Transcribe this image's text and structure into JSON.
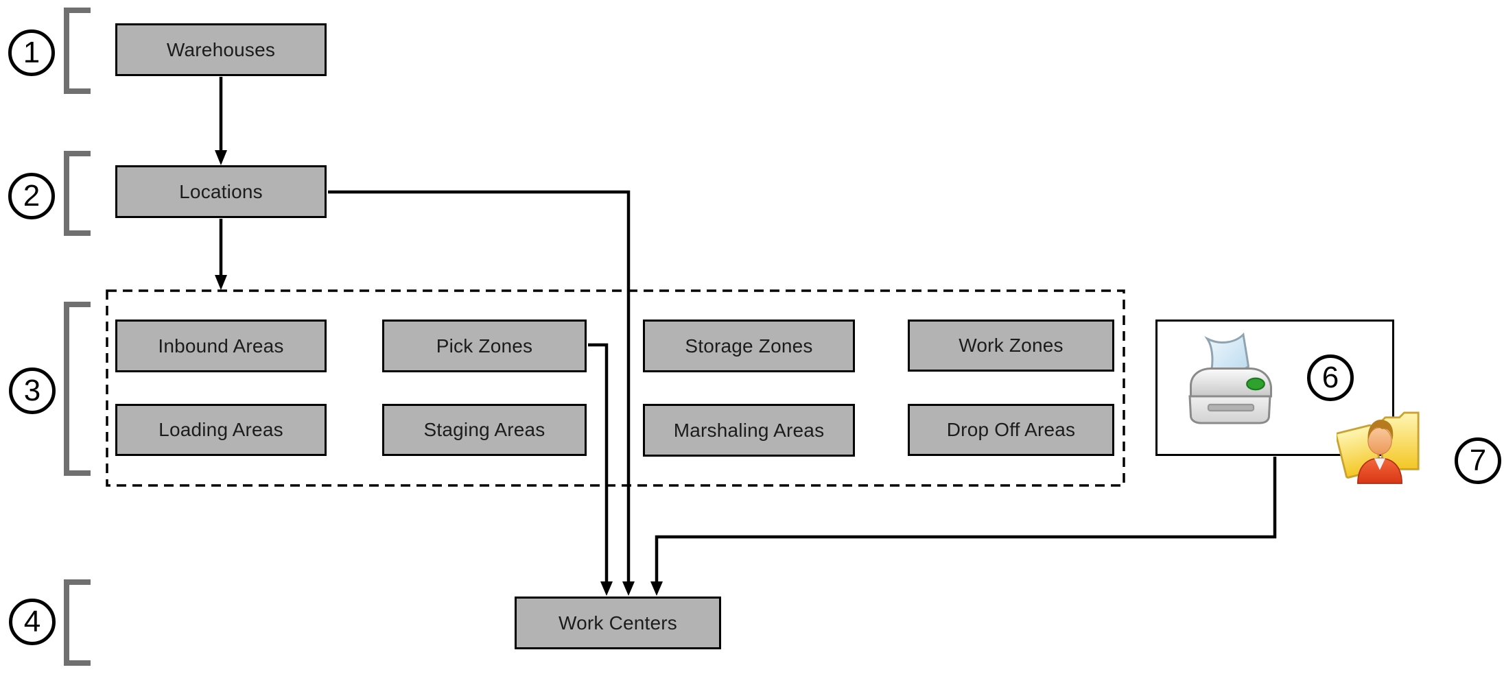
{
  "page": {
    "background": "#ffffff",
    "description": "Warehouse setup hierarchy diagram"
  },
  "colors": {
    "box_fill": "#b3b3b3",
    "box_border": "#000000",
    "box_text": "#1c1c1c",
    "connector": "#000000",
    "bracket": "#707070",
    "dashed_boundary": "#000000",
    "panel_background": "#ffffff",
    "badge_border": "#000000",
    "printer_led_green": "#2fa12f",
    "folder_yellow": "#f3c623",
    "person_shirt_red": "#e2431e",
    "person_skin": "#f0a468",
    "paper_blue": "#cfe4f2"
  },
  "badges": {
    "b1": "1",
    "b2": "2",
    "b3": "3",
    "b4": "4",
    "b6": "6",
    "b7": "7"
  },
  "nodes": {
    "warehouses": "Warehouses",
    "locations": "Locations",
    "work_centers": "Work Centers"
  },
  "zones": {
    "row1": [
      "Inbound Areas",
      "Pick Zones",
      "Storage Zones",
      "Work Zones"
    ],
    "row2": [
      "Loading Areas",
      "Staging Areas",
      "Marshaling Areas",
      "Drop Off Areas"
    ]
  },
  "icons": {
    "printer": "printer-icon",
    "user_folder": "user-folder-icon"
  }
}
